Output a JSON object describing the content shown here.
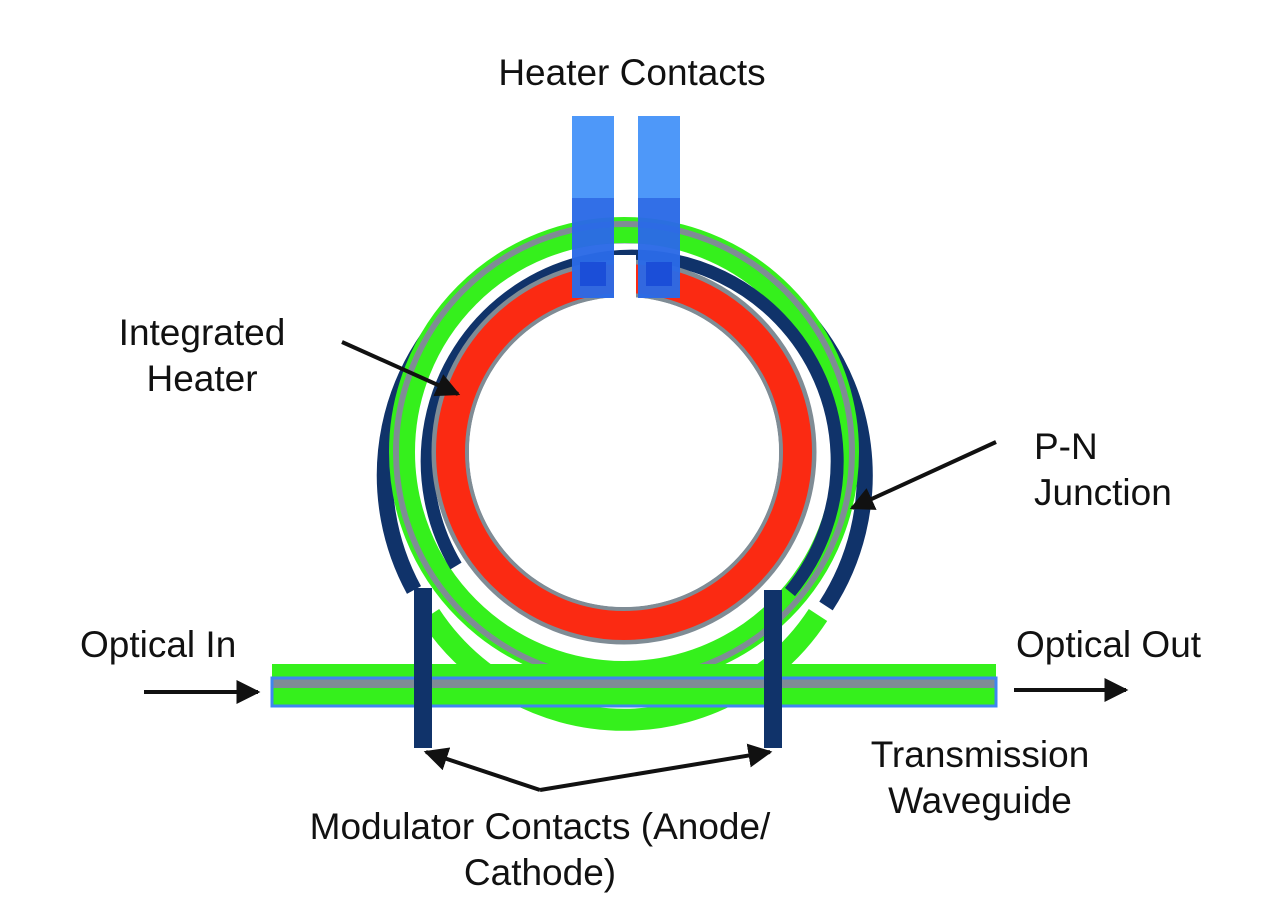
{
  "labels": {
    "heater_contacts": "Heater Contacts",
    "integrated_heater_1": "Integrated",
    "integrated_heater_2": "Heater",
    "pn_junction_1": "P-N",
    "pn_junction_2": "Junction",
    "optical_in": "Optical In",
    "optical_out": "Optical Out",
    "transmission_waveguide_1": "Transmission",
    "transmission_waveguide_2": "Waveguide",
    "modulator_contacts_1": "Modulator Contacts (Anode/",
    "modulator_contacts_2": "Cathode)"
  },
  "colors": {
    "dark_navy": "#10336a",
    "waveguide_gray": "#7f8c95",
    "silicon_green": "#35f01c",
    "heater_red": "#fb2a12",
    "contact_blue": "#3f8ff8",
    "contact_blue_dark": "#1c4ed8",
    "waveguide_outline": "#3f86f0",
    "arrow": "#111111"
  }
}
